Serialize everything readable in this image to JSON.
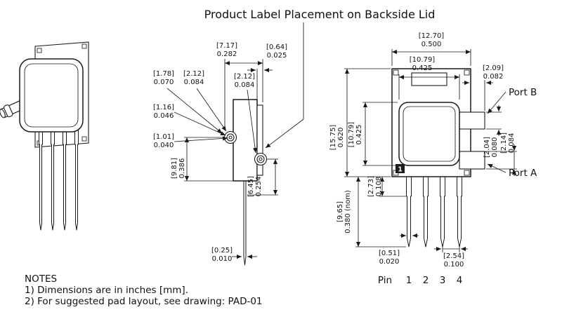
{
  "title": "Product Label Placement on Backside Lid",
  "notes": {
    "heading": "NOTES",
    "line1": "1) Dimensions are in inches [mm].",
    "line2": "2) For suggested pad layout, see drawing: PAD-01"
  },
  "side_view": {
    "dim_overall_width": {
      "mm": "[7.17]",
      "in": "0.282"
    },
    "dim_lid_thickness": {
      "mm": "[0.64]",
      "in": "0.025"
    },
    "dim_barb_length": {
      "mm": "[1.78]",
      "in": "0.070"
    },
    "dim_port_b_od": {
      "mm": "[2.12]",
      "in": "0.084"
    },
    "dim_port_a_od": {
      "mm": "[2.12]",
      "in": "0.084"
    },
    "dim_port_id": {
      "mm": "[1.16]",
      "in": "0.046"
    },
    "dim_port_tip_id": {
      "mm": "[1.01]",
      "in": "0.040"
    },
    "dim_port_height": {
      "mm": "[9.81]",
      "in": "0.386"
    },
    "dim_port_a_height": {
      "mm": "[6.45]",
      "in": "0.254"
    },
    "dim_pin_thickness": {
      "mm": "[0.25]",
      "in": "0.010"
    }
  },
  "front_view": {
    "dim_overall_width": {
      "mm": "[12.70]",
      "in": "0.500"
    },
    "dim_body_width": {
      "mm": "[10.79]",
      "in": "0.425"
    },
    "dim_port_length": {
      "mm": "[2.09]",
      "in": "0.082"
    },
    "dim_overall_height": {
      "mm": "[15.75]",
      "in": "0.620"
    },
    "dim_body_height": {
      "mm": "[10.79]",
      "in": "0.425"
    },
    "dim_port_b_width": {
      "mm": "[2.04]",
      "in": "0.080"
    },
    "dim_port_a_width": {
      "mm": "[2.14]",
      "in": "0.084"
    },
    "dim_pin_shoulder": {
      "mm": "[2.73]",
      "in": "0.108"
    },
    "dim_pin_length": {
      "mm": "[9.65]",
      "in": "0.380 (nom)"
    },
    "dim_pin_width": {
      "mm": "[0.51]",
      "in": "0.020"
    },
    "dim_pin_pitch": {
      "mm": "[2.54]",
      "in": "0.100"
    },
    "port_b_label": "Port B",
    "port_a_label": "Port A",
    "pin_one_marker": "1",
    "pin_row": {
      "word": "Pin",
      "numbers": [
        "1",
        "2",
        "3",
        "4"
      ]
    }
  }
}
